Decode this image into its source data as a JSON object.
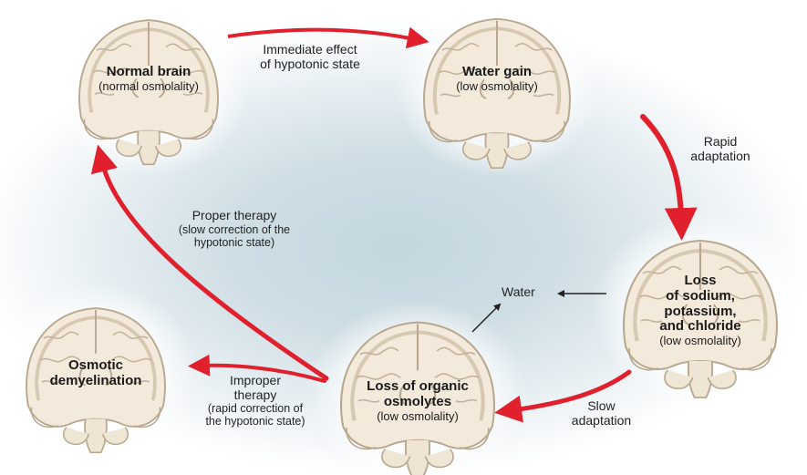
{
  "brains": {
    "normal": {
      "title": "Normal brain",
      "subtitle": "(normal osmolality)"
    },
    "water_gain": {
      "title": "Water gain",
      "subtitle": "(low osmolality)"
    },
    "loss_electrolytes": {
      "title_lines": [
        "Loss",
        "of sodium,",
        "potassium,",
        "and chloride"
      ],
      "subtitle": "(low osmolality)"
    },
    "loss_organic": {
      "title_lines": [
        "Loss of organic",
        "osmolytes"
      ],
      "subtitle": "(low osmolality)"
    },
    "osmotic": {
      "title_lines": [
        "Osmotic",
        "demyelination"
      ]
    }
  },
  "arrows": {
    "immediate": [
      "Immediate effect",
      "of hypotonic state"
    ],
    "rapid": [
      "Rapid",
      "adaptation"
    ],
    "slow": [
      "Slow",
      "adaptation"
    ],
    "proper": {
      "title": "Proper therapy",
      "detail": [
        "(slow correction of the",
        "hypotonic state)"
      ]
    },
    "improper": {
      "title": [
        "Improper",
        "therapy"
      ],
      "detail": [
        "(rapid correction of",
        "the hypotonic state)"
      ]
    },
    "water": "Water"
  },
  "colors": {
    "arrow_red": "#e0202c",
    "brain_fill": "#f3eadc",
    "brain_stroke": "#b9a78f"
  }
}
